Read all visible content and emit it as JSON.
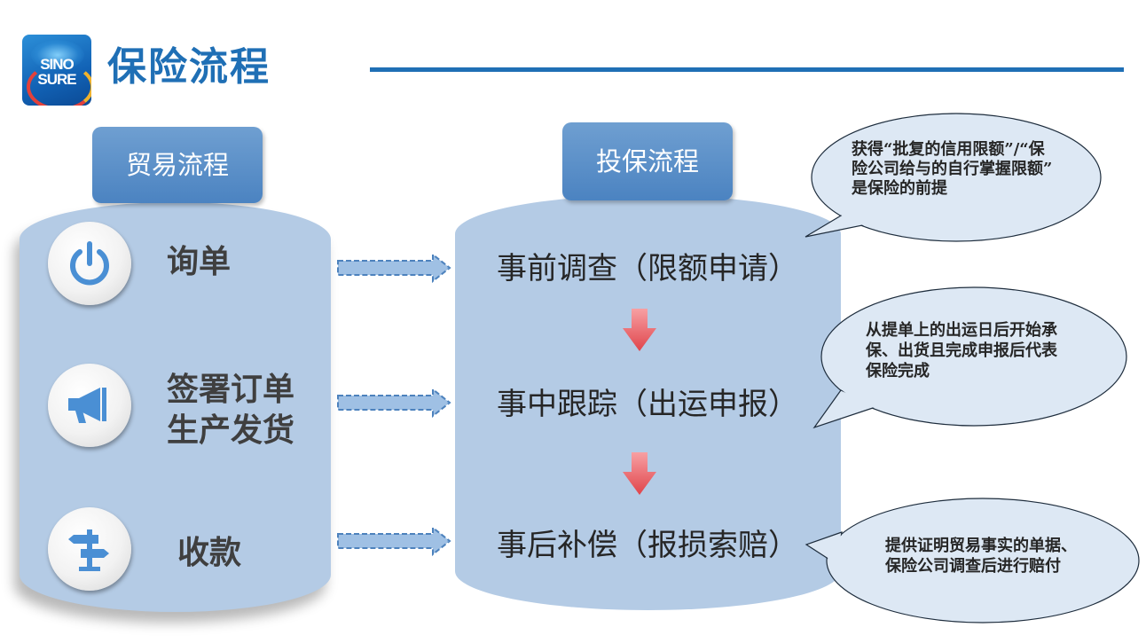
{
  "header": {
    "logo_line1": "SINO",
    "logo_line2": "SURE",
    "title": "保险流程"
  },
  "trade": {
    "tab_label": "贸易流程",
    "steps": [
      {
        "label": "询单",
        "icon": "power-icon"
      },
      {
        "label_line1": "签署订单",
        "label_line2": "生产发货",
        "icon": "megaphone-icon"
      },
      {
        "label": "收款",
        "icon": "signpost-icon"
      }
    ]
  },
  "insurance": {
    "tab_label": "投保流程",
    "steps": [
      {
        "label": "事前调查（限额申请）"
      },
      {
        "label": "事中跟踪（出运申报）"
      },
      {
        "label": "事后补偿（报损索赔）"
      }
    ]
  },
  "notes": [
    {
      "lines": [
        "获得“批复的信用限额”/“保",
        "险公司给与的自行掌握限额”",
        "是保险的前提"
      ]
    },
    {
      "lines": [
        "从提单上的出运日后开始承",
        "保、出货且完成申报后代表",
        "保险完成"
      ]
    },
    {
      "lines": [
        "提供证明贸易事实的单据、",
        "保险公司调查后进行赔付"
      ]
    }
  ],
  "colors": {
    "brand_blue": "#1f6fb5",
    "cylinder": "#b4cbe5",
    "tab": "#5b8fc8",
    "bubble": "#dde8f4",
    "down_arrow": "#e9565a",
    "icon_blue": "#4a8fd4"
  }
}
